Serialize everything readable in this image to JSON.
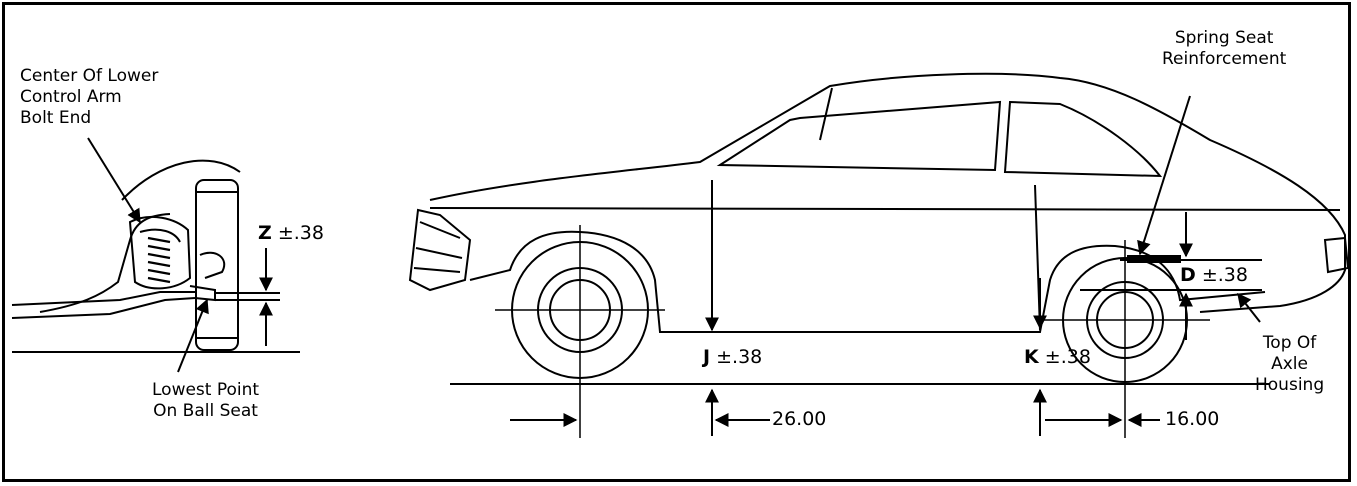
{
  "labels": {
    "lower_control_arm": "Center Of Lower\nControl Arm\nBolt End",
    "lowest_point": "Lowest Point\nOn Ball Seat",
    "spring_seat": "Spring Seat\nReinforcement",
    "axle_housing": "Top Of\nAxle\nHousing"
  },
  "dimensions": {
    "z": {
      "letter": "Z",
      "tolerance": "±.38"
    },
    "j": {
      "letter": "J",
      "tolerance": "±.38"
    },
    "k": {
      "letter": "K",
      "tolerance": "±.38"
    },
    "d": {
      "letter": "D",
      "tolerance": "±.38"
    },
    "front_offset": "26.00",
    "rear_offset": "16.00"
  }
}
